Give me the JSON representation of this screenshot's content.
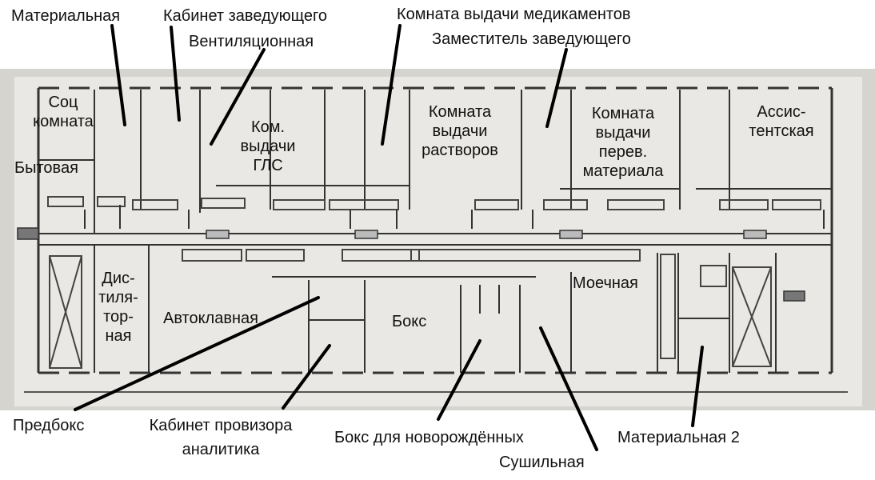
{
  "labels": {
    "materialnaya": "Материальная",
    "kabinet_zaveduyushchego": "Кабинет заведующего",
    "ventilyatsionnaya": "Вентиляционная",
    "komnata_vydachi_medikamentov": "Комната выдачи  медикаментов",
    "zamestitel_zaveduyushchego": "Заместитель заведующего",
    "sots_komnata": [
      "Соц",
      "комната"
    ],
    "bytovaya": "Бытовая",
    "kom_vydachi_gls": [
      "Ком.",
      "выдачи",
      "ГЛС"
    ],
    "komnata_vydachi_rastvorov": [
      "Комната",
      "выдачи",
      "растворов"
    ],
    "komnata_vydachi_perev_materiala": [
      "Комната",
      "выдачи",
      "перев.",
      "материала"
    ],
    "assistentskaya": [
      "Ассис-",
      "тентская"
    ],
    "distillyatornaya": [
      "Дис-",
      "тиля-",
      "тор-",
      "ная"
    ],
    "avtoklavnaya": "Автоклавная",
    "boks": "Бокс",
    "moechnaya": "Моечная",
    "predboks": "Предбокс",
    "kabinet_provizora_analitika": [
      "Кабинет провизора",
      "аналитика"
    ],
    "boks_dlya_novorozhdennykh": "Бокс для новорождённых",
    "sushilnaya": "Сушильная",
    "materialnaya_2": "Материальная 2"
  },
  "colors": {
    "background": "#ffffff",
    "plan_photo": "#d6d4cf",
    "plan_paper": "#e9e8e4",
    "walls": "#333333",
    "leader_lines": "#000000",
    "label_text": "#111111"
  }
}
